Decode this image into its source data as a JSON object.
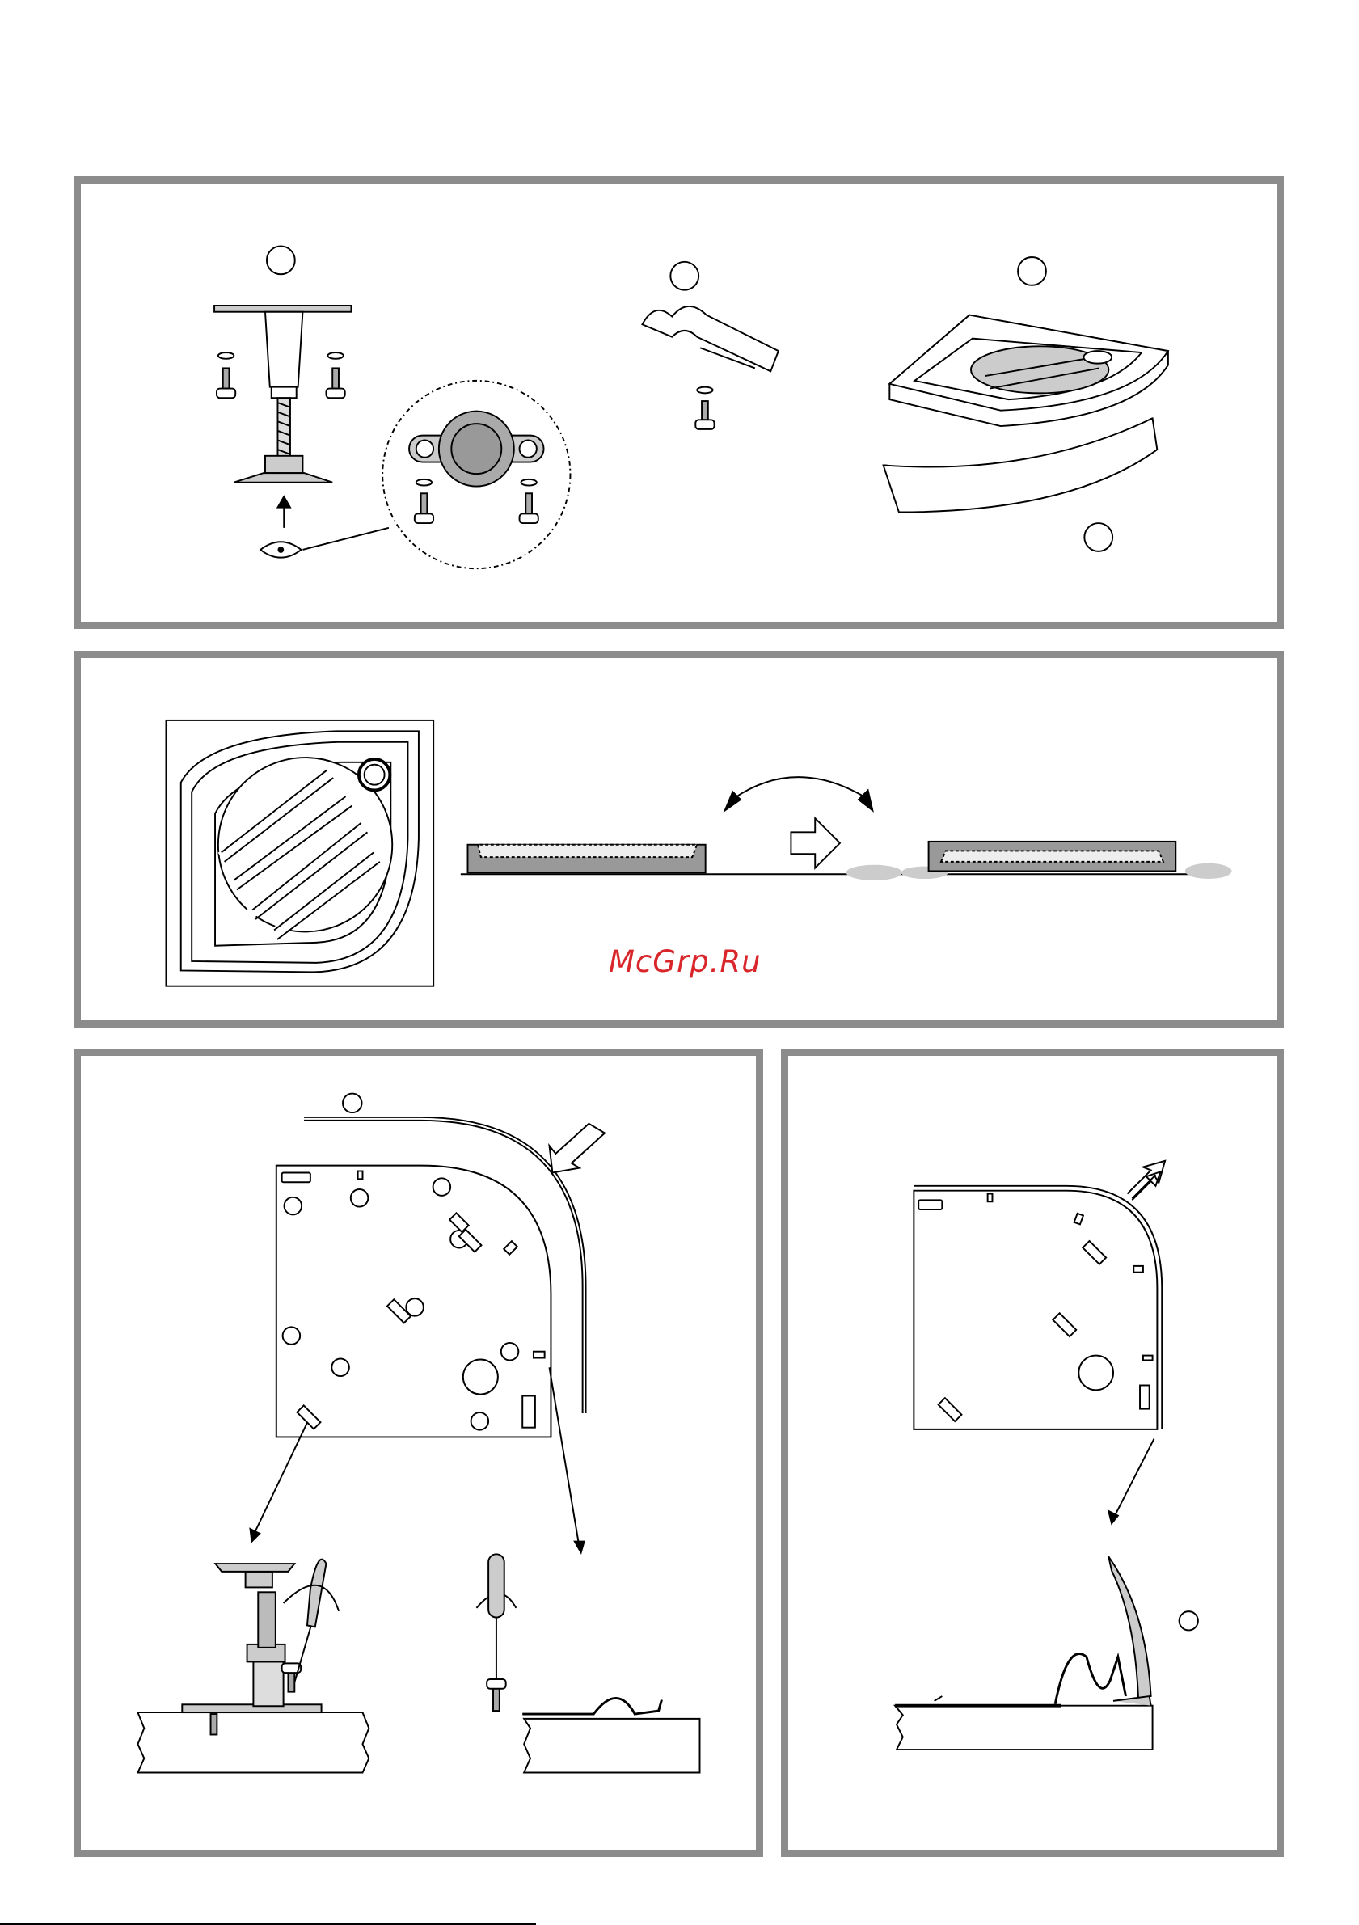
{
  "watermark": {
    "text": "McGrp.Ru",
    "color": "#d9262b"
  },
  "panel_border_color": "#8c8c8c",
  "panels": [
    {
      "id": "parts",
      "icons": [
        "adjustable-foot-icon",
        "mounting-clip-icon",
        "shower-tray-icon",
        "front-panel-icon",
        "eye-icon"
      ]
    },
    {
      "id": "levelling",
      "icons": [
        "tray-top-view-icon",
        "tray-side-view-icon",
        "right-arrow-icon",
        "tray-levelled-icon"
      ]
    },
    {
      "id": "fixing",
      "icons": [
        "tray-underside-icon",
        "screwdriver-icon",
        "foot-detail-icon",
        "clip-detail-icon"
      ]
    },
    {
      "id": "panel-fit",
      "icons": [
        "tray-underside-icon",
        "panel-clip-detail-icon"
      ]
    }
  ]
}
